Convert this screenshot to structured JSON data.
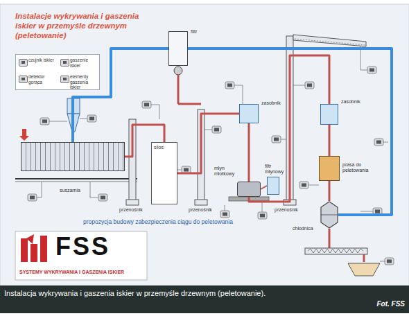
{
  "diagram": {
    "title": "Instalacje wykrywania i gaszenia iskier w przemyśle drzewnym (peletowanie)",
    "caption": "Instalacja wykrywania i gaszenia iskier w przemyśle drzewnym (peletowanie).",
    "nodes": [
      {
        "text": [
          "suszarnia"
        ]
      },
      {
        "text": [
          "filtr"
        ]
      },
      {
        "text": [
          "silos"
        ]
      },
      {
        "text": [
          "zasobnik"
        ]
      },
      {
        "text": [
          "młyn młotkowy"
        ]
      },
      {
        "text": [
          "filtr młynowy"
        ]
      },
      {
        "text": [
          "zasobnik"
        ]
      },
      {
        "text": [
          "prasa do peletowania"
        ]
      },
      {
        "text": [
          "chłodnica"
        ]
      }
    ],
    "edges": [
      {
        "from": 0,
        "to": 2,
        "arrow": "none"
      },
      {
        "from": 2,
        "to": 3,
        "arrow": "none"
      },
      {
        "from": 3,
        "to": 4,
        "arrow": "none"
      },
      {
        "from": 4,
        "to": 5,
        "arrow": "none"
      },
      {
        "from": 4,
        "to": 6,
        "arrow": "none"
      },
      {
        "from": 6,
        "to": 7,
        "arrow": "none"
      },
      {
        "from": 7,
        "to": 8,
        "arrow": "none"
      },
      {
        "from": 0,
        "to": 1,
        "arrow": "none"
      },
      {
        "from": 1,
        "to": 8,
        "arrow": "none"
      }
    ],
    "labels": [
      "przenośnik",
      "przenośnik",
      "przenośnik",
      "propozycja budowy zabezpieczenia ciągu do peletowania",
      "FSS",
      "SYSTEMY WYKRYWANIA I GASZENIA ISKIER",
      "Fot. FSS"
    ],
    "legend": [
      {
        "text": "czujnik iskier"
      },
      {
        "text": "gaszenie iskier"
      },
      {
        "text": "detektor gorąca"
      },
      {
        "text": "elementy gaszenia iskier"
      }
    ]
  }
}
